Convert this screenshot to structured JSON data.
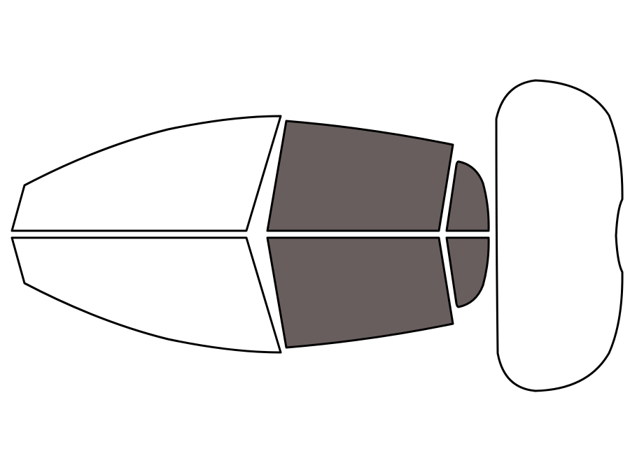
{
  "colors": {
    "background": "#ffffff",
    "outline": "#000000",
    "tinted": "#685e5e",
    "clear": "#ffffff"
  },
  "panes": [
    {
      "id": "front-left-door-window",
      "tinted": false
    },
    {
      "id": "front-right-door-window",
      "tinted": false
    },
    {
      "id": "rear-left-door-window",
      "tinted": true
    },
    {
      "id": "rear-right-door-window",
      "tinted": true
    },
    {
      "id": "rear-left-quarter-window",
      "tinted": true
    },
    {
      "id": "rear-right-quarter-window",
      "tinted": true
    },
    {
      "id": "rear-windshield",
      "tinted": false
    }
  ]
}
